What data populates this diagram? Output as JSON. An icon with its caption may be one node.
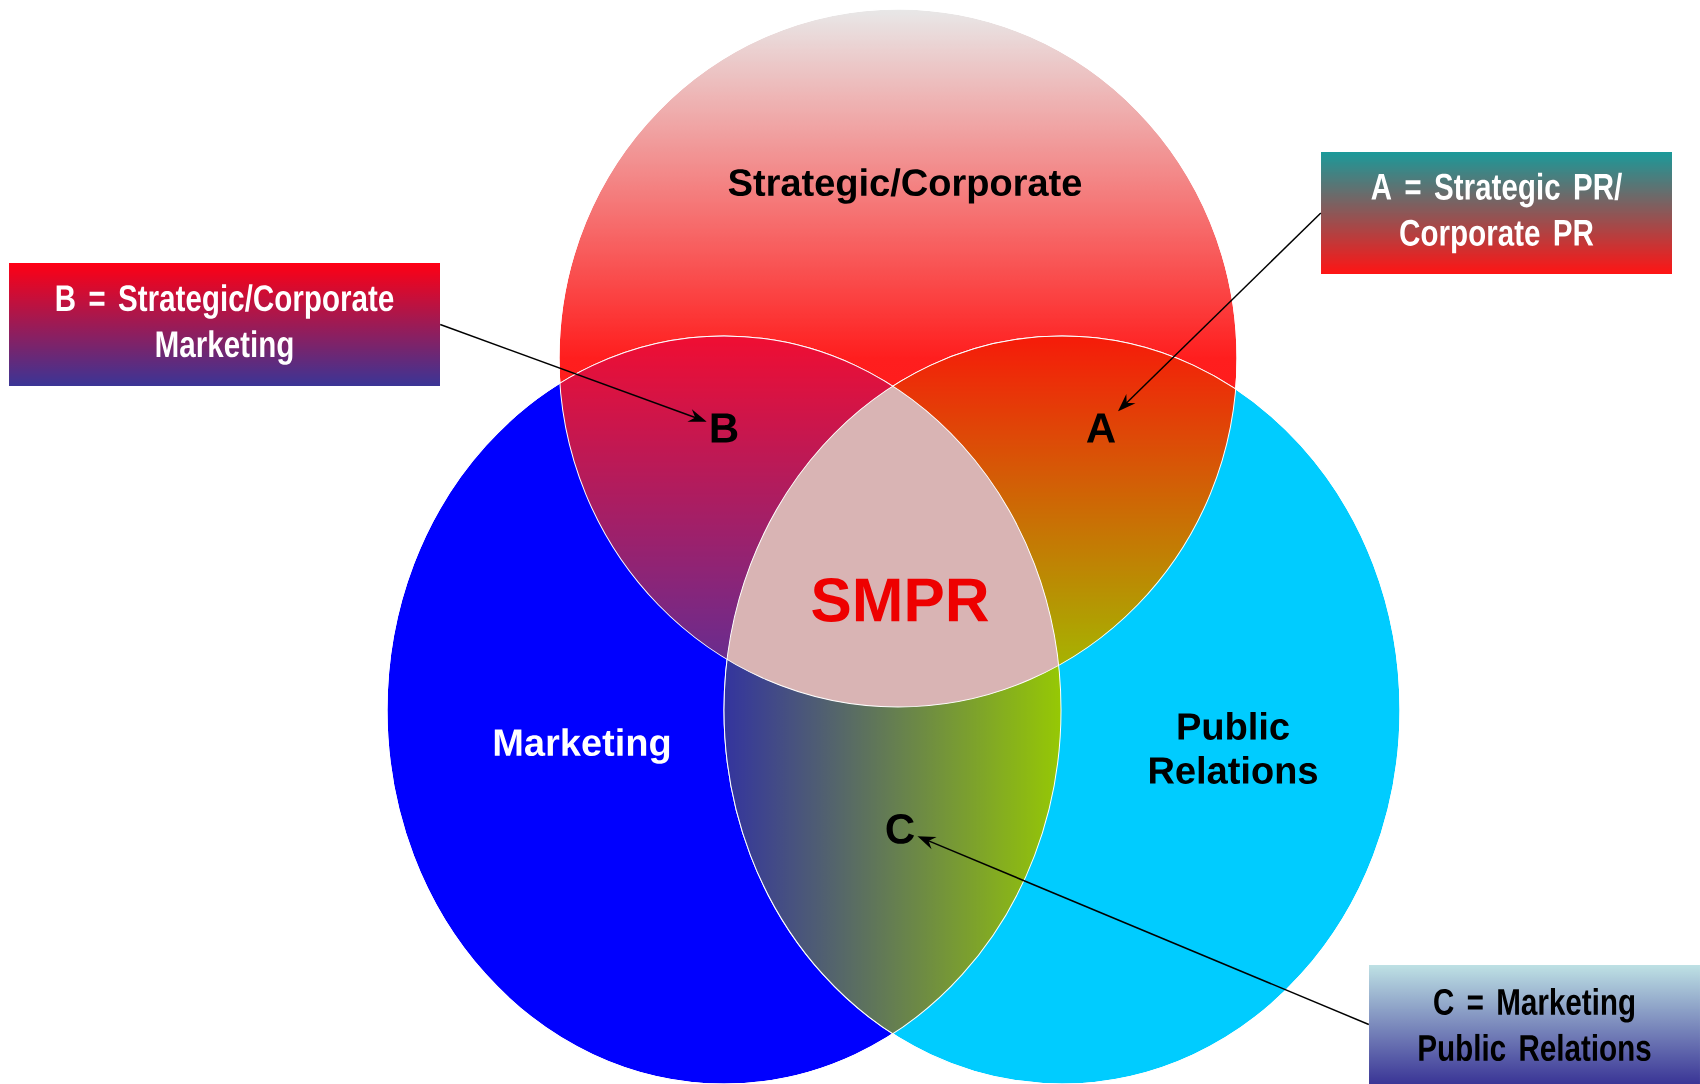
{
  "diagram": {
    "nodes": [
      {
        "text": [
          "Strategic/Corporate"
        ]
      },
      {
        "text": [
          "Marketing"
        ]
      },
      {
        "text": [
          "Public Relations"
        ]
      },
      {
        "text": [
          "SMPR"
        ]
      },
      {
        "text": [
          "B"
        ]
      },
      {
        "text": [
          "A"
        ]
      },
      {
        "text": [
          "C"
        ]
      },
      {
        "text": [
          "A = Strategic PR/ Corporate PR"
        ]
      },
      {
        "text": [
          "B = Strategic/Corporate Marketing"
        ]
      },
      {
        "text": [
          "C = Marketing Public Relations"
        ]
      }
    ],
    "edges": [
      {
        "from": 7,
        "to": 5,
        "arrow": "to"
      },
      {
        "from": 8,
        "to": 4,
        "arrow": "to"
      },
      {
        "from": 9,
        "to": 6,
        "arrow": "to"
      }
    ]
  }
}
